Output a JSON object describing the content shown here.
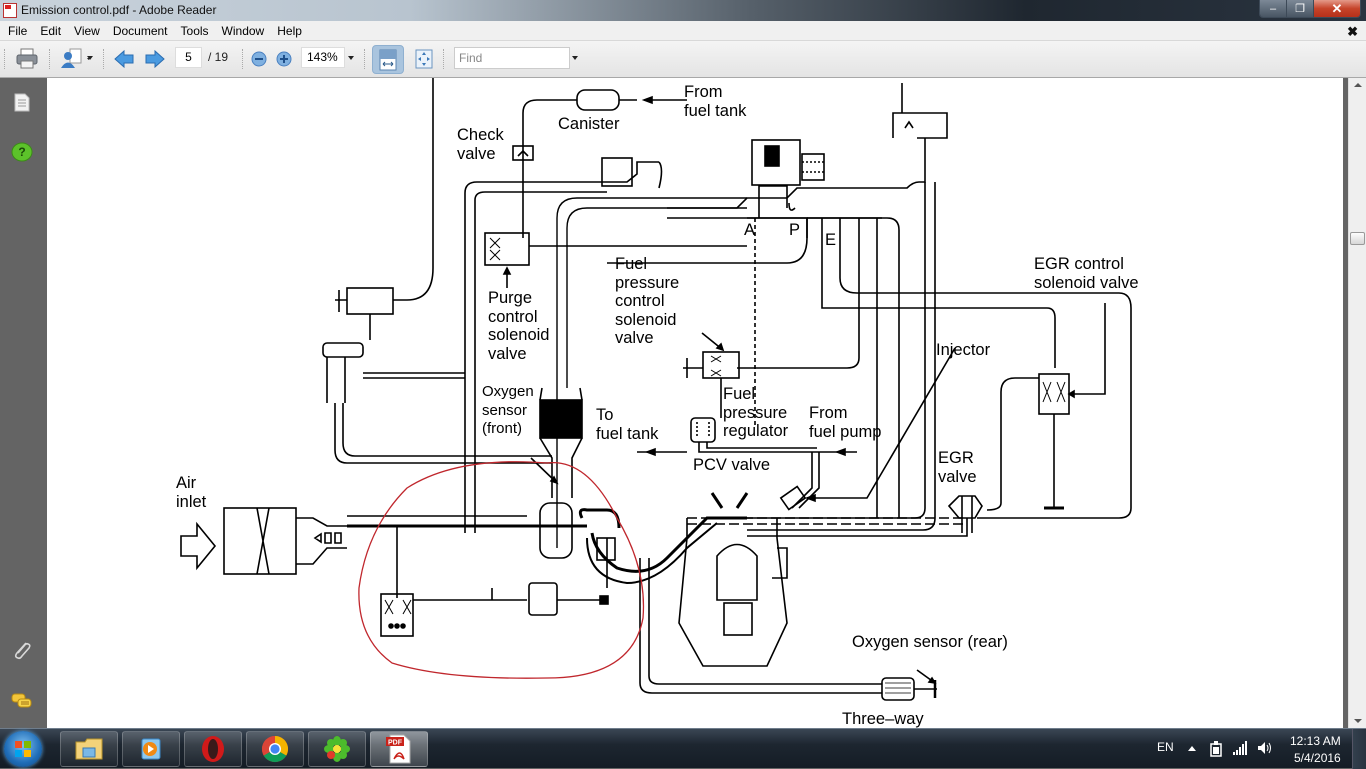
{
  "window": {
    "title": "Emission control.pdf - Adobe Reader",
    "controls": {
      "minimize": "–",
      "restore": "❐",
      "close": "✕"
    }
  },
  "menu": {
    "items": [
      "File",
      "Edit",
      "View",
      "Document",
      "Tools",
      "Window",
      "Help"
    ],
    "doc_close": "✖"
  },
  "toolbar": {
    "current_page": "5",
    "total_pages": "/ 19",
    "zoom_level": "143%",
    "find_placeholder": "Find",
    "icons": [
      "print-icon",
      "share-icon",
      "previous-page-icon",
      "next-page-icon",
      "zoom-out-icon",
      "zoom-in-icon",
      "fit-width-icon",
      "full-screen-icon"
    ]
  },
  "nav_pane": {
    "icons": [
      "pages-icon",
      "help-icon",
      "attachments-icon",
      "comments-icon"
    ]
  },
  "diagram": {
    "labels": {
      "from_fuel_tank": "From\nfuel tank",
      "canister": "Canister",
      "check_valve": "Check\nvalve",
      "purge_valve": "Purge\ncontrol\nsolenoid\nvalve",
      "fuel_pressure_control": "Fuel\npressure\ncontrol\nsolenoid\nvalve",
      "oxygen_sensor_front": "Oxygen\nsensor\n(front)",
      "to_fuel_tank": "To\nfuel tank",
      "fuel_pressure_regulator": "Fuel\npressure\nregulator",
      "from_fuel_pump": "From\nfuel pump",
      "pcv_valve": "PCV valve",
      "injector": "Injector",
      "egr_control_solenoid": "EGR control\nsolenoid valve",
      "egr_valve": "EGR\nvalve",
      "air_inlet": "Air\ninlet",
      "oxygen_sensor_rear": "Oxygen sensor (rear)",
      "three_way": "Three–way",
      "port_a": "A",
      "port_p": "P",
      "port_e": "E"
    },
    "annotation_color": "#c0272d"
  },
  "taskbar": {
    "apps": [
      "windows-explorer",
      "media-player",
      "opera",
      "chrome",
      "icq",
      "adobe-reader"
    ],
    "active_app": "adobe-reader",
    "language": "EN",
    "time": "12:13 AM",
    "date": "5/4/2016"
  }
}
